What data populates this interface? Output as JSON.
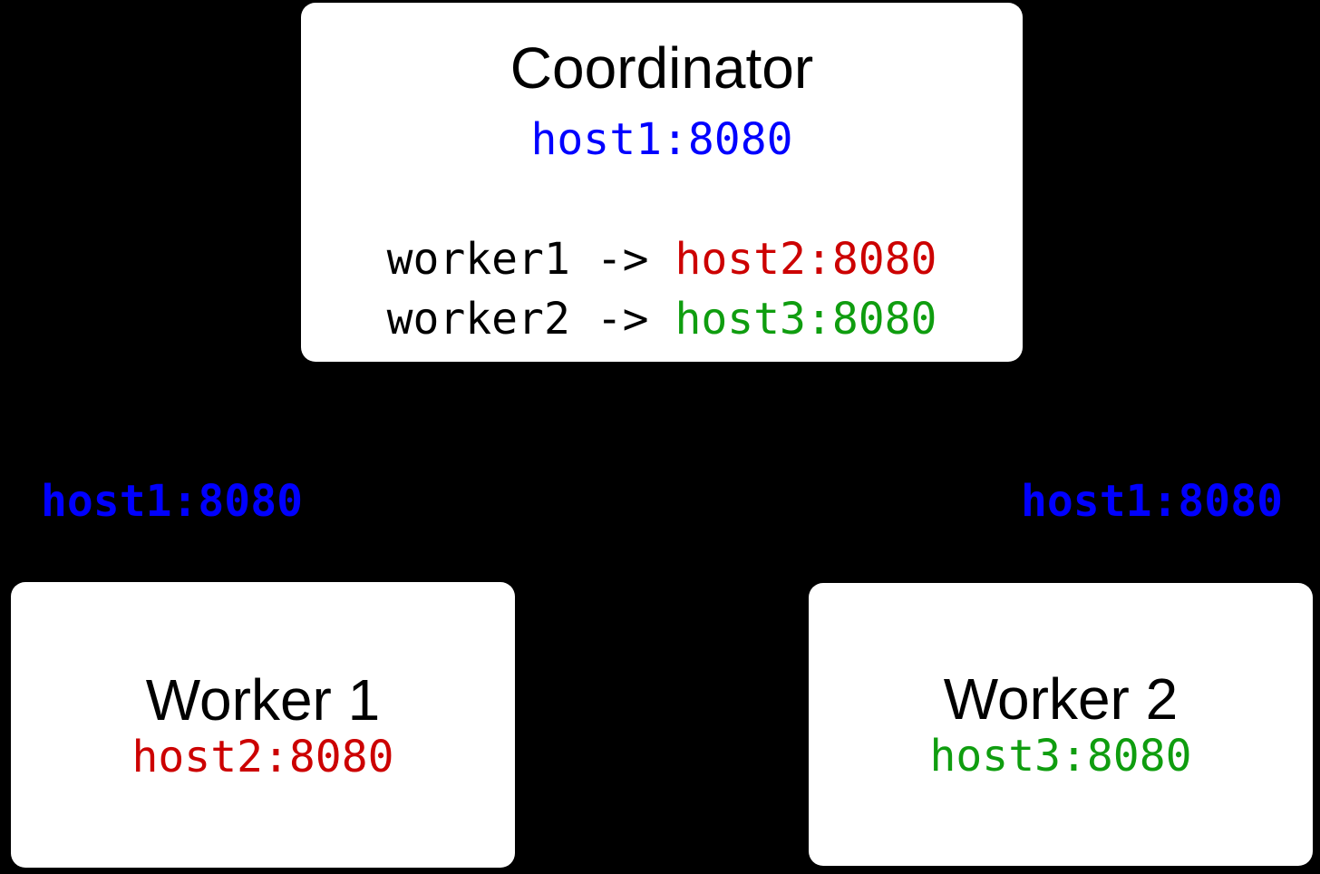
{
  "colors": {
    "bg": "#000000",
    "node_bg": "#ffffff",
    "text": "#000000",
    "blue": "#0000ff",
    "red": "#cc0000",
    "green": "#0f9d0f"
  },
  "coordinator": {
    "title": "Coordinator",
    "address": "host1:8080",
    "mappings": [
      {
        "source": "worker1 -> ",
        "target": "host2:8080"
      },
      {
        "source": "worker2 -> ",
        "target": "host3:8080"
      }
    ]
  },
  "edges": {
    "left_label": "host1:8080",
    "right_label": "host1:8080"
  },
  "workers": [
    {
      "title": "Worker 1",
      "address": "host2:8080"
    },
    {
      "title": "Worker 2",
      "address": "host3:8080"
    }
  ]
}
